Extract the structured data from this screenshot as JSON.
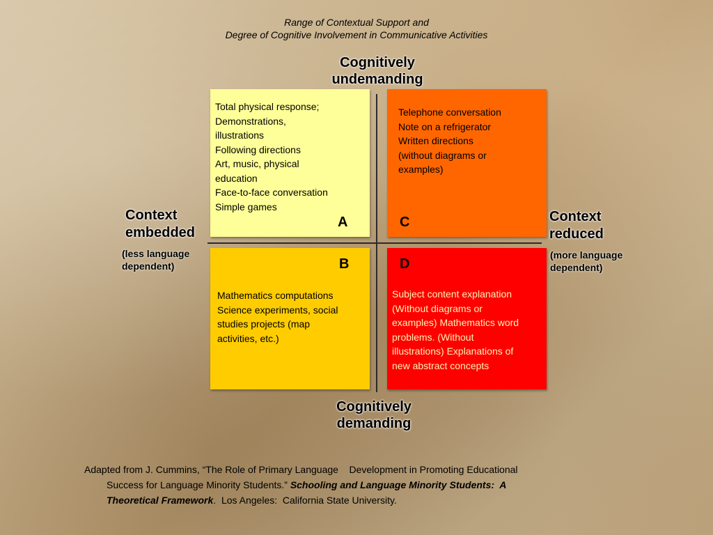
{
  "title": {
    "line1": "Range of Contextual Support and",
    "line2": "Degree of Cognitive Involvement in Communicative Activities"
  },
  "axes": {
    "top": {
      "line1": "Cognitively",
      "line2": "undemanding"
    },
    "bottom": {
      "line1": "Cognitively",
      "line2": "demanding"
    },
    "left": {
      "line1": "Context",
      "line2": "embedded",
      "sub1": "(less language",
      "sub2": "dependent)"
    },
    "right": {
      "line1": "Context",
      "line2": "reduced",
      "sub1": "(more language",
      "sub2": "dependent)"
    }
  },
  "quadrants": {
    "A": {
      "letter": "A",
      "color": "#ffff99",
      "lines": [
        "Total physical response;",
        "Demonstrations,",
        "illustrations",
        "Following directions",
        "Art, music, physical",
        "education",
        "Face-to-face conversation",
        "Simple games"
      ]
    },
    "B": {
      "letter": "B",
      "color": "#ffcc00",
      "lines": [
        "Mathematics computations",
        "Science experiments, social",
        "studies projects (map",
        "activities, etc.)"
      ]
    },
    "C": {
      "letter": "C",
      "color": "#ff6600",
      "lines": [
        "Telephone conversation",
        "Note on a refrigerator",
        "Written directions",
        "(without diagrams or",
        "examples)"
      ]
    },
    "D": {
      "letter": "D",
      "color": "#ff0000",
      "lines": [
        "Subject content explanation",
        "(Without diagrams or",
        "examples) Mathematics word",
        "problems. (Without",
        "illustrations) Explanations of",
        "new abstract concepts"
      ]
    }
  },
  "citation": {
    "line1": "Adapted from J. Cummins, “The Role of Primary Language    Development in Promoting Educational",
    "line2_plain": "Success for Language Minority Students.” ",
    "line2_bold": "Schooling and Language Minority Students:  A",
    "line3_bold": "Theoretical Framework",
    "line3_plain": ".  Los Angeles:  California State University."
  }
}
